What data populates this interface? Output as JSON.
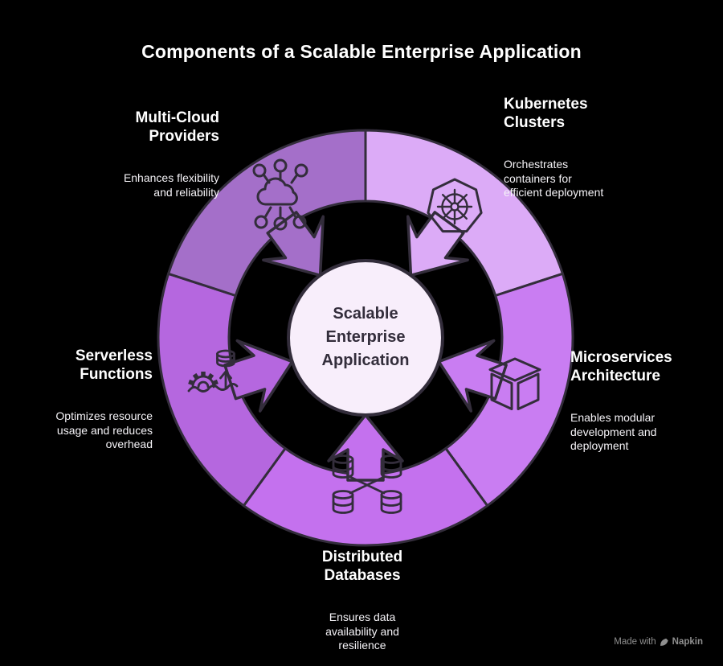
{
  "title": "Components of a Scalable Enterprise Application",
  "center": {
    "label": "Scalable\nEnterprise\nApplication",
    "fill": "#f8eefb",
    "text_color": "#332d3b"
  },
  "outline_color": "#332d3b",
  "background_color": "#000000",
  "segments": [
    {
      "id": "kubernetes",
      "label": "Kubernetes\nClusters",
      "description": "Orchestrates\ncontainers for\nefficient deployment",
      "color": "#dcabf7",
      "icon": "kubernetes-helm-icon",
      "position": "top-right"
    },
    {
      "id": "microservices",
      "label": "Microservices\nArchitecture",
      "description": "Enables modular\ndevelopment and\ndeployment",
      "color": "#c97df2",
      "icon": "cube-icon",
      "position": "right"
    },
    {
      "id": "distributed-databases",
      "label": "Distributed\nDatabases",
      "description": "Ensures data\navailability and\nresilience",
      "color": "#c471ee",
      "icon": "distributed-databases-icon",
      "position": "bottom"
    },
    {
      "id": "serverless",
      "label": "Serverless\nFunctions",
      "description": "Optimizes resource\nusage and reduces\noverhead",
      "color": "#b567df",
      "icon": "serverless-gear-icon",
      "position": "left"
    },
    {
      "id": "multi-cloud",
      "label": "Multi-Cloud\nProviders",
      "description": "Enhances flexibility\nand reliability",
      "color": "#a46fc9",
      "icon": "cloud-network-icon",
      "position": "top-left"
    }
  ],
  "watermark": {
    "made_with": "Made with",
    "brand": "Napkin",
    "color": "#8f8f8f"
  }
}
